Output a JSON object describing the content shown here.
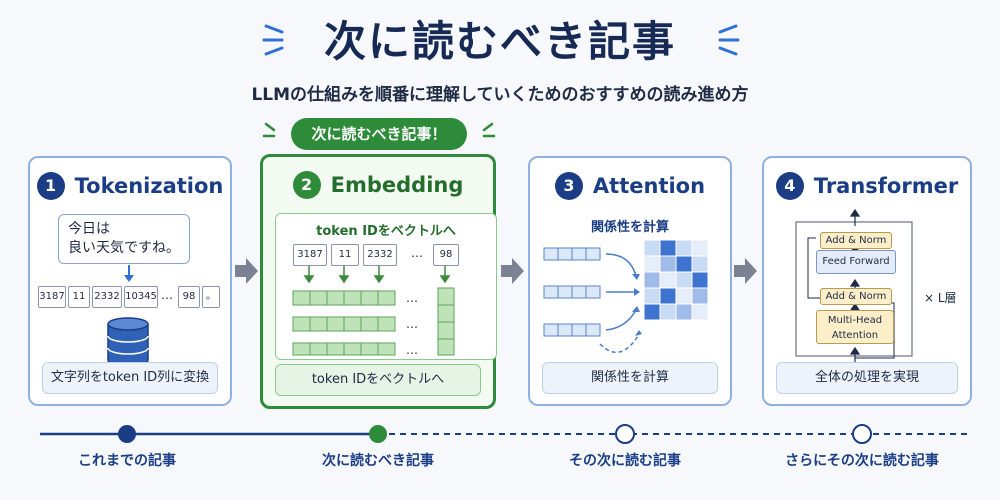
{
  "header": {
    "title": "次に読むべき記事",
    "subtitle": "LLMの仕組みを順番に理解していくためのおすすめの読み進め方",
    "badge": "次に読むべき記事！"
  },
  "colors": {
    "navy": "#1b3d86",
    "green": "#2e8b3a",
    "light_blue": "#8fb0e3"
  },
  "cards": [
    {
      "number": "1",
      "title": "Tokenization",
      "speech": [
        "今日は",
        "良い天気ですね。"
      ],
      "tokens": [
        "3187",
        "11",
        "2332",
        "10345",
        "…",
        "98",
        "。"
      ],
      "footer": "文字列をtoken ID列に変換",
      "icon": "database-icon"
    },
    {
      "number": "2",
      "title": "Embedding",
      "inner_title": "token IDをベクトルへ",
      "tokens": [
        "3187",
        "11",
        "2332",
        "…",
        "98"
      ],
      "ellipsis": "…",
      "footer": "token IDをベクトルへ"
    },
    {
      "number": "3",
      "title": "Attention",
      "subtitle": "関係性を計算",
      "footer": "関係性を計算"
    },
    {
      "number": "4",
      "title": "Transformer",
      "blocks": [
        "Add & Norm",
        "Feed Forward",
        "Add & Norm",
        "Multi-Head",
        "Attention"
      ],
      "repeat": "× L層",
      "footer": "全体の処理を実現"
    }
  ],
  "timeline": [
    {
      "label": "これまでの記事",
      "state": "filled-navy"
    },
    {
      "label": "次に読むべき記事",
      "state": "filled-green"
    },
    {
      "label": "その次に読む記事",
      "state": "open"
    },
    {
      "label": "さらにその次に読む記事",
      "state": "open"
    }
  ]
}
